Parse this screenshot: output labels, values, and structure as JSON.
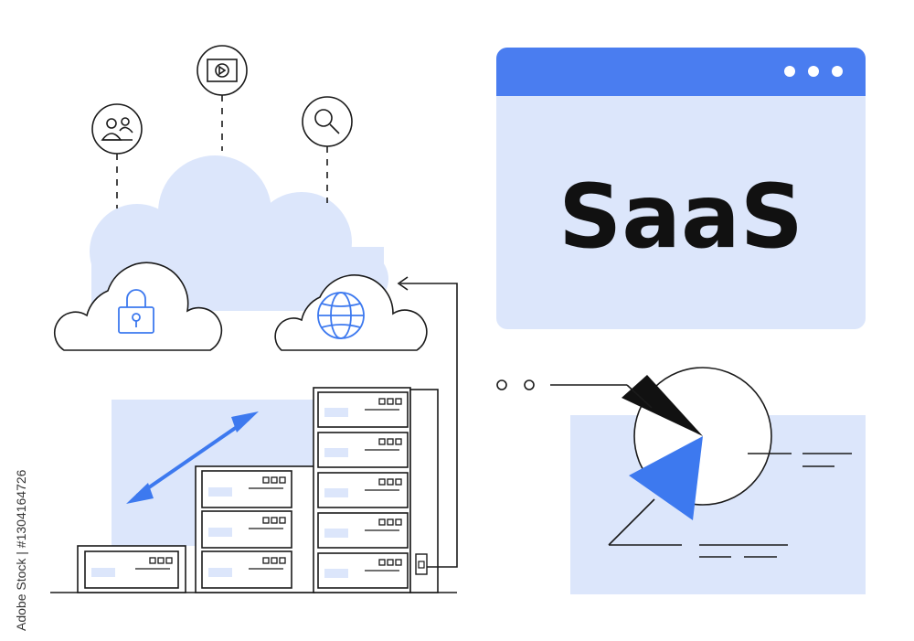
{
  "saas_window": {
    "title": "SaaS",
    "dots": [
      "dot",
      "dot",
      "dot"
    ]
  },
  "stock_id": "Adobe Stock | #1304164726",
  "colors": {
    "accent": "#3d79ef",
    "light_fill": "#dce6fb",
    "outline": "#1a1a1a",
    "window_bar": "#4a7df0"
  },
  "icons": {
    "users": "users-icon",
    "video": "play-video-icon",
    "search": "search-icon",
    "lock": "padlock-icon",
    "globe": "globe-icon",
    "pie": "pie-chart-icon",
    "arrow": "double-arrow-icon"
  }
}
